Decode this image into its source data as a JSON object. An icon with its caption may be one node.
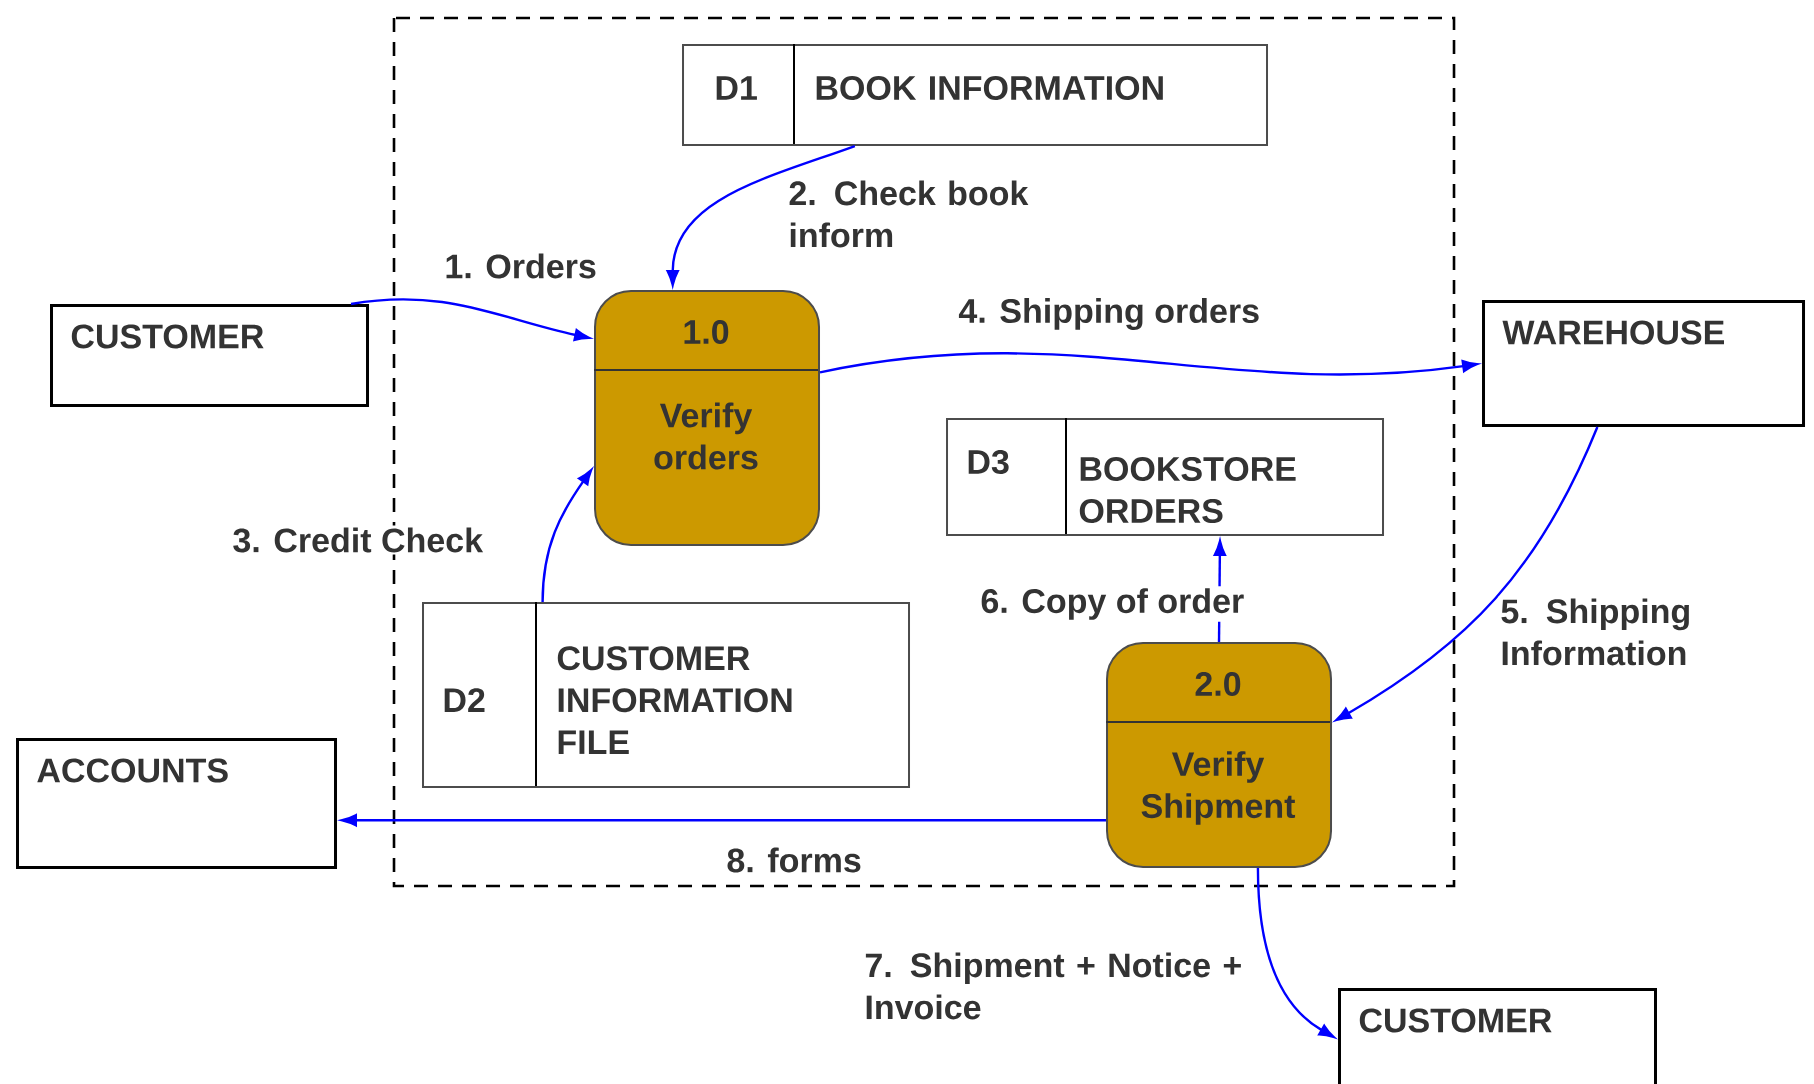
{
  "diagram": {
    "nodes": [
      {
        "text": [
          "CUSTOMER"
        ]
      },
      {
        "text": [
          "D1",
          "BOOK INFORMATION"
        ]
      },
      {
        "text": [
          "1.0",
          "Verify orders"
        ]
      },
      {
        "text": [
          "WAREHOUSE"
        ]
      },
      {
        "text": [
          "D3",
          "BOOKSTORE ORDERS"
        ]
      },
      {
        "text": [
          "D2",
          "CUSTOMER INFORMATION FILE"
        ]
      },
      {
        "text": [
          "ACCOUNTS"
        ]
      },
      {
        "text": [
          "2.0",
          "Verify Shipment"
        ]
      },
      {
        "text": [
          "CUSTOMER"
        ]
      }
    ],
    "edges": [
      {
        "from": 0,
        "to": 2,
        "arrow": "to",
        "label": "1. Orders"
      },
      {
        "from": 1,
        "to": 2,
        "arrow": "to",
        "label": "2. Check book inform"
      },
      {
        "from": 5,
        "to": 2,
        "arrow": "to",
        "label": "3. Credit Check"
      },
      {
        "from": 2,
        "to": 3,
        "arrow": "to",
        "label": "4. Shipping orders"
      },
      {
        "from": 3,
        "to": 7,
        "arrow": "to",
        "label": "5. Shipping Information"
      },
      {
        "from": 7,
        "to": 4,
        "arrow": "to",
        "label": "6. Copy of order"
      },
      {
        "from": 7,
        "to": 8,
        "arrow": "to",
        "label": "7. Shipment + Notice + Invoice"
      },
      {
        "from": 7,
        "to": 6,
        "arrow": "to",
        "label": "8. forms"
      }
    ]
  }
}
